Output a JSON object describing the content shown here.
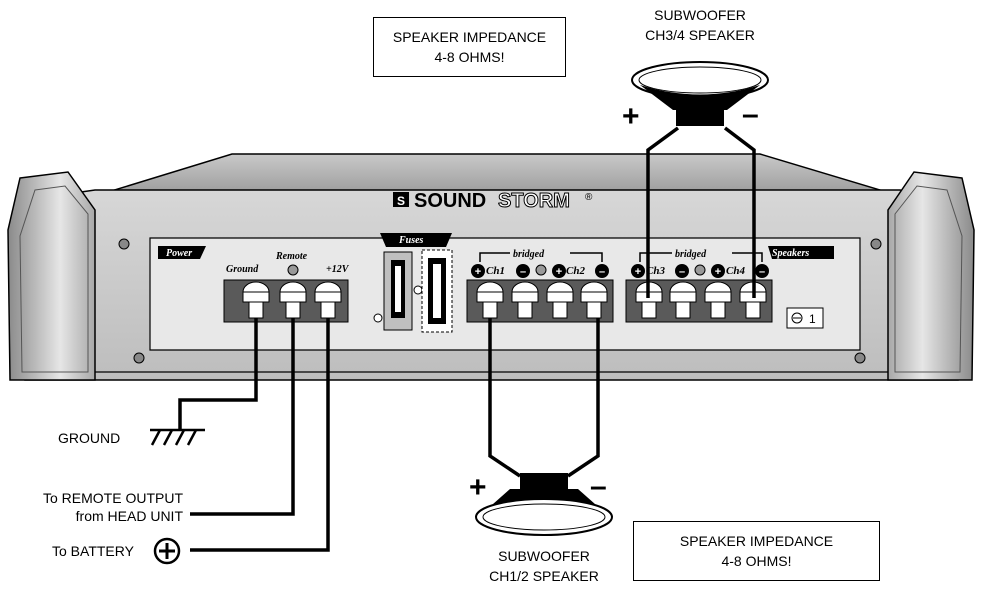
{
  "brand": {
    "name_bold": "SOUND",
    "name_outline": "STORM",
    "registered": "®"
  },
  "panel_labels": {
    "power": "Power",
    "ground": "Ground",
    "remote": "Remote",
    "plus12v": "+12V",
    "fuses": "Fuses",
    "bridged_left": "bridged",
    "bridged_right": "bridged",
    "speakers": "Speakers",
    "ch1": "Ch1",
    "ch2": "Ch2",
    "ch3": "Ch3",
    "ch4": "Ch4",
    "indicator": "1"
  },
  "callouts": {
    "impedance_top": {
      "line1": "SPEAKER IMPEDANCE",
      "line2": "4-8 OHMS!"
    },
    "impedance_bottom": {
      "line1": "SPEAKER IMPEDANCE",
      "line2": "4-8 OHMS!"
    },
    "sub_top": {
      "line1": "SUBWOOFER",
      "line2": "CH3/4  SPEAKER"
    },
    "sub_bottom": {
      "line1": "SUBWOOFER",
      "line2": "CH1/2  SPEAKER"
    }
  },
  "wiring": {
    "ground": "GROUND",
    "remote_line1": "To REMOTE OUTPUT",
    "remote_line2": "from HEAD UNIT",
    "battery": "To BATTERY"
  },
  "polarity": {
    "plus": "+",
    "minus": "–"
  }
}
